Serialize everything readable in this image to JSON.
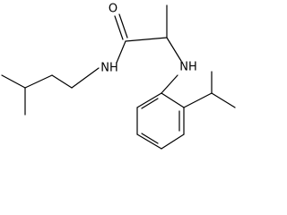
{
  "molecule": {
    "atom_labels": {
      "oxygen": "O",
      "amide_nitrogen": "NH",
      "amine_nitrogen": "NH"
    }
  },
  "colors": {
    "bond": "#000000",
    "background": "#ffffff"
  }
}
